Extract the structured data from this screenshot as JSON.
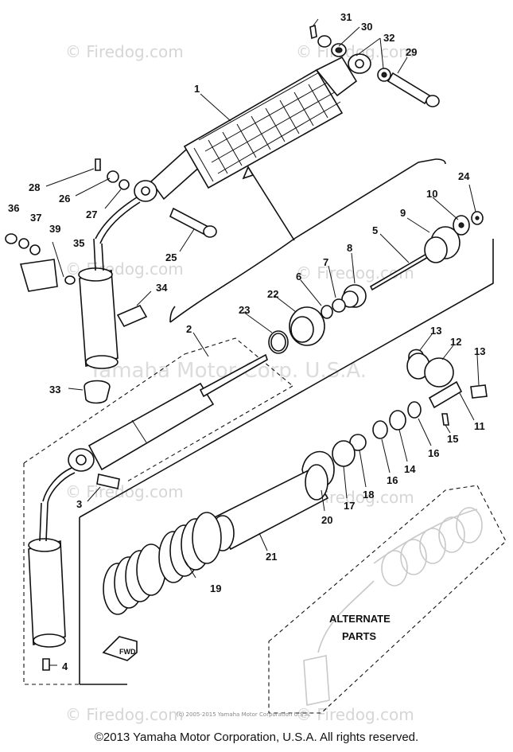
{
  "watermark": {
    "site": "© Firedog.com",
    "brand": "Yamaha Motor Corp. U.S.A."
  },
  "callouts": {
    "n1": "1",
    "n2": "2",
    "n3": "3",
    "n4": "4",
    "n5": "5",
    "n6": "6",
    "n7": "7",
    "n8": "8",
    "n9": "9",
    "n10": "10",
    "n11": "11",
    "n12": "12",
    "n13a": "13",
    "n13b": "13",
    "n14": "14",
    "n15": "15",
    "n16a": "16",
    "n16b": "16",
    "n17": "17",
    "n18": "18",
    "n19": "19",
    "n20": "20",
    "n21": "21",
    "n22": "22",
    "n23": "23",
    "n24": "24",
    "n25": "25",
    "n26": "26",
    "n27": "27",
    "n28": "28",
    "n29": "29",
    "n30": "30",
    "n31": "31",
    "n32": "32",
    "n33": "33",
    "n34": "34",
    "n35": "35",
    "n36": "36",
    "n37": "37",
    "n39": "39"
  },
  "alternate_label_line1": "ALTERNATE",
  "alternate_label_line2": "PARTS",
  "fwd_label": "FWD",
  "fine_print": "(c) 2005-2015 Yamaha Motor Corporation U.S.A.",
  "copyright": "©2013 Yamaha Motor Corporation, U.S.A. All rights reserved."
}
